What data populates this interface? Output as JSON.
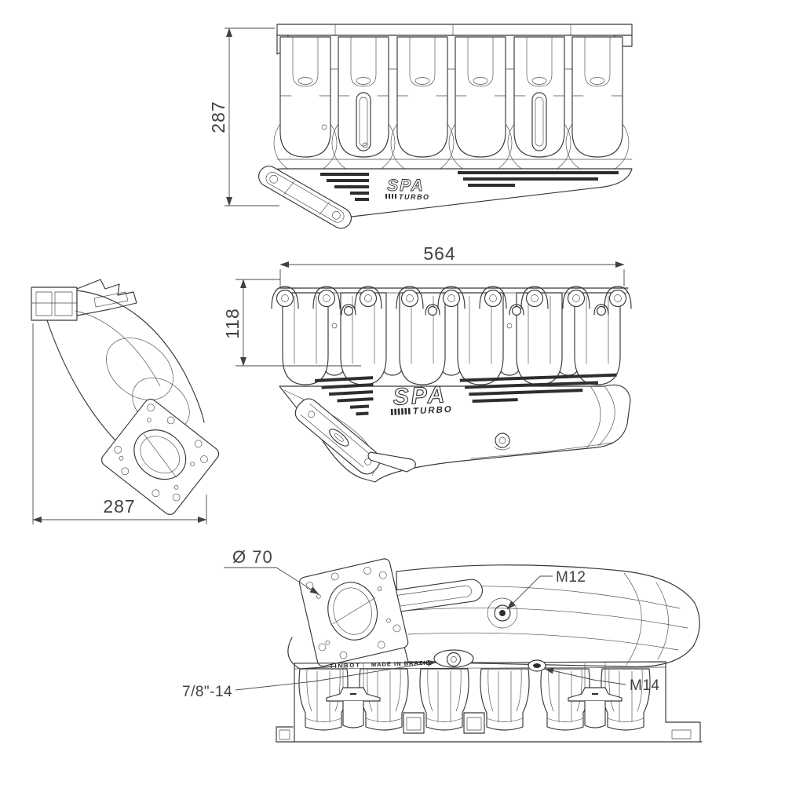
{
  "drawing": {
    "dimensions": {
      "top_view_height": "287",
      "front_view_width": "564",
      "front_view_runner_height": "118",
      "side_view_depth": "287"
    },
    "annotations": {
      "throttle_bore": "Ø 70",
      "boss_m12": "M12",
      "boss_m14": "M14",
      "fuel_fitting": "7/8\"-14"
    },
    "branding": {
      "logo_primary": "SPA",
      "logo_secondary": "TURBO",
      "cast_left": "TINBOT",
      "cast_right": "MADE IN BRAZIL"
    },
    "colors": {
      "line": "#383838",
      "dimension": "#4a4a4a",
      "background": "#ffffff"
    }
  }
}
